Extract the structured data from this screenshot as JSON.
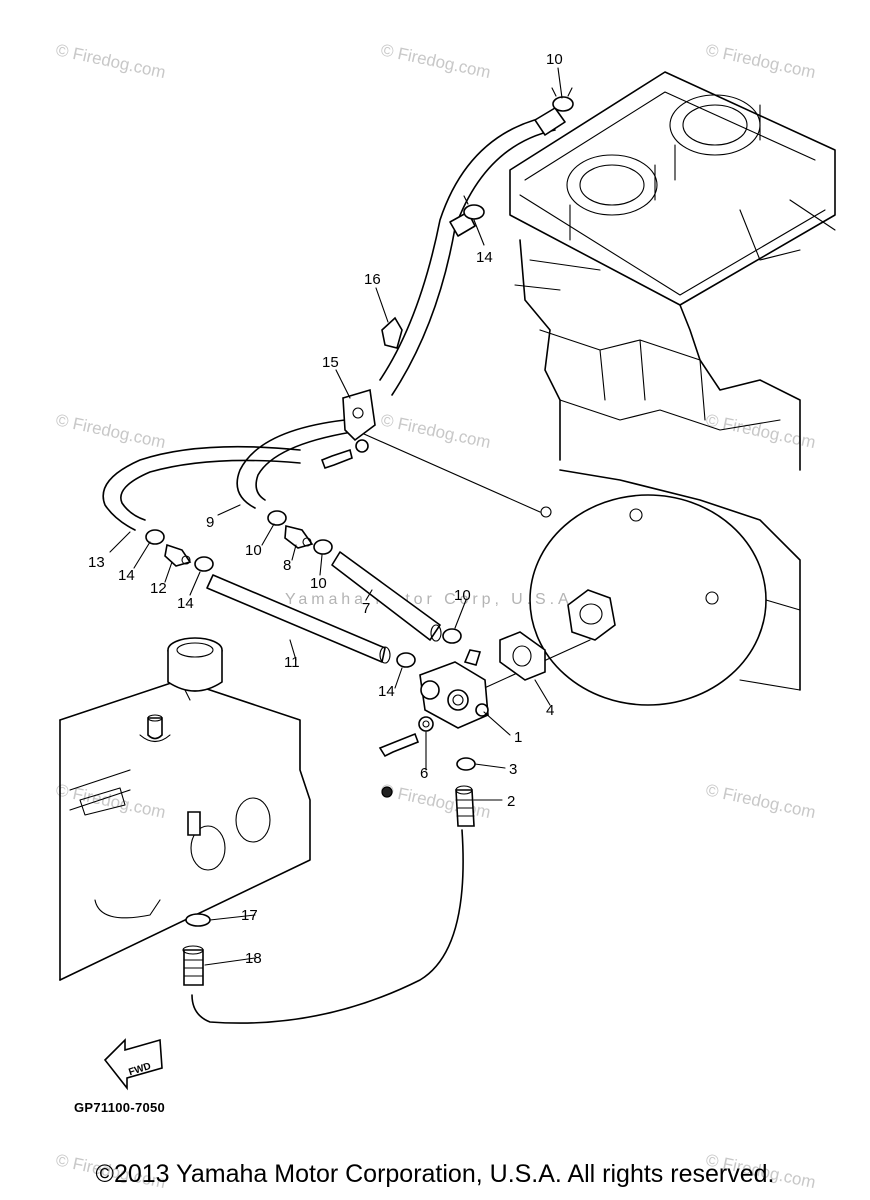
{
  "diagram": {
    "part_labels": [
      "1",
      "2",
      "3",
      "4",
      "6",
      "7",
      "8",
      "9",
      "10",
      "10",
      "10",
      "10",
      "11",
      "12",
      "13",
      "14",
      "14",
      "14",
      "14",
      "15",
      "16",
      "17",
      "18"
    ],
    "direction_label": "FWD",
    "figure_code": "GP71100-7050"
  },
  "watermarks": {
    "site": "© Firedog.com",
    "center": "Yamaha Motor Corp, U.S.A."
  },
  "footer": {
    "copyright": "©2013 Yamaha Motor Corporation, U.S.A. All rights reserved."
  }
}
